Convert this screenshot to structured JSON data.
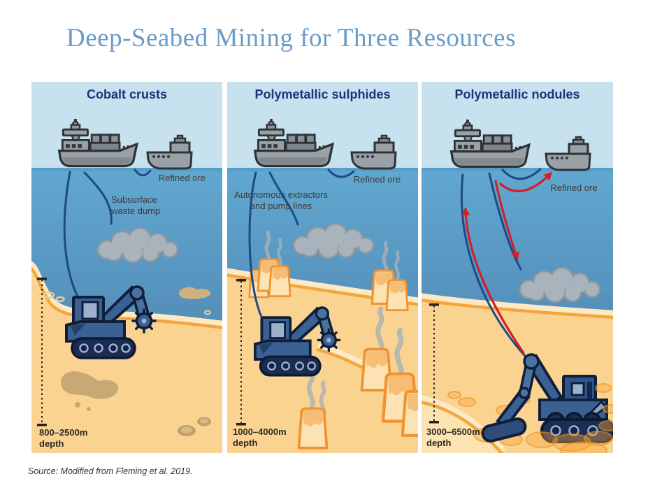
{
  "title": "Deep-Seabed Mining for Three Resources",
  "source_note": "Source: Modified from Fleming et al. 2019.",
  "panels": [
    {
      "id": "cobalt-crusts",
      "header": "Cobalt crusts",
      "refined_ore_label": "Refined ore",
      "annotation_line1": "Subsurface",
      "annotation_line2": "waste dump",
      "depth_range": "800–2500m",
      "depth_word": "depth"
    },
    {
      "id": "polymetallic-sulphides",
      "header": "Polymetallic sulphides",
      "refined_ore_label": "Refined ore",
      "annotation_line1": "Autonomous extractors",
      "annotation_line2": "and pump lines",
      "depth_range": "1000–4000m",
      "depth_word": "depth"
    },
    {
      "id": "polymetallic-nodules",
      "header": "Polymetallic nodules",
      "refined_ore_label": "Refined ore",
      "depth_range": "3000–6500m",
      "depth_word": "depth"
    }
  ],
  "colors": {
    "title": "#6b9cc9",
    "header_text": "#17357b",
    "text_dark": "#3f3b36",
    "sky": "#c7e1ee",
    "ocean_top": "#61a8d0",
    "ocean_bottom": "#4a6f9c",
    "sand": "#fbd391",
    "sand_cream": "#fdeac4",
    "sand_edge": "#f4a63e",
    "pipe_blue": "#1d4a86",
    "flow_red": "#cf2127",
    "plume_gray": "#a9b3bc",
    "ship_gray": "#9aa1a6",
    "machine_blue": "#3a6094"
  }
}
